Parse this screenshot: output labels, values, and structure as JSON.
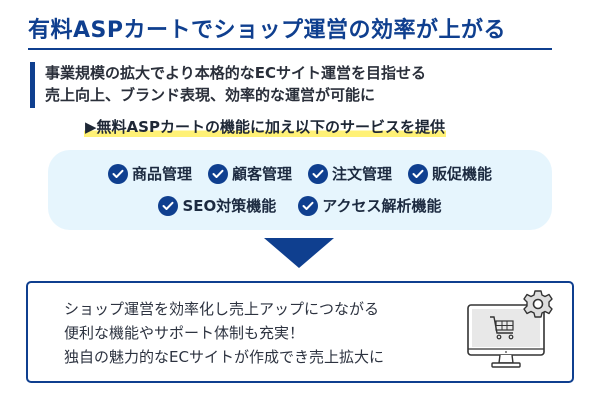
{
  "title": "有料ASPカートでショップ運営の効率が上がる",
  "intro": {
    "lines": [
      "事業規模の拡大でより本格的なECサイト運営を目指せる",
      "売上向上、ブランド表現、効率的な運営が可能に"
    ]
  },
  "highlight": "▶無料ASPカートの機能に加え以下のサービスを提供",
  "services": {
    "row1": [
      {
        "label": "商品管理",
        "icon": "check-circle-icon"
      },
      {
        "label": "顧客管理",
        "icon": "check-circle-icon"
      },
      {
        "label": "注文管理",
        "icon": "check-circle-icon"
      },
      {
        "label": "販促機能",
        "icon": "check-circle-icon"
      }
    ],
    "row2": [
      {
        "label": "SEO対策機能",
        "icon": "check-circle-icon"
      },
      {
        "label": "アクセス解析機能",
        "icon": "check-circle-icon"
      }
    ]
  },
  "result": {
    "lines": [
      "ショップ運営を効率化し売上アップにつながる",
      "便利な機能やサポート体制も充実！",
      "独自の魅力的なECサイトが作成でき売上拡大に"
    ],
    "icon": "monitor-cart-gear-icon"
  },
  "colors": {
    "primary": "#0f3f8f",
    "panel_bg": "#e6f5fd",
    "highlight": "#fff176"
  }
}
